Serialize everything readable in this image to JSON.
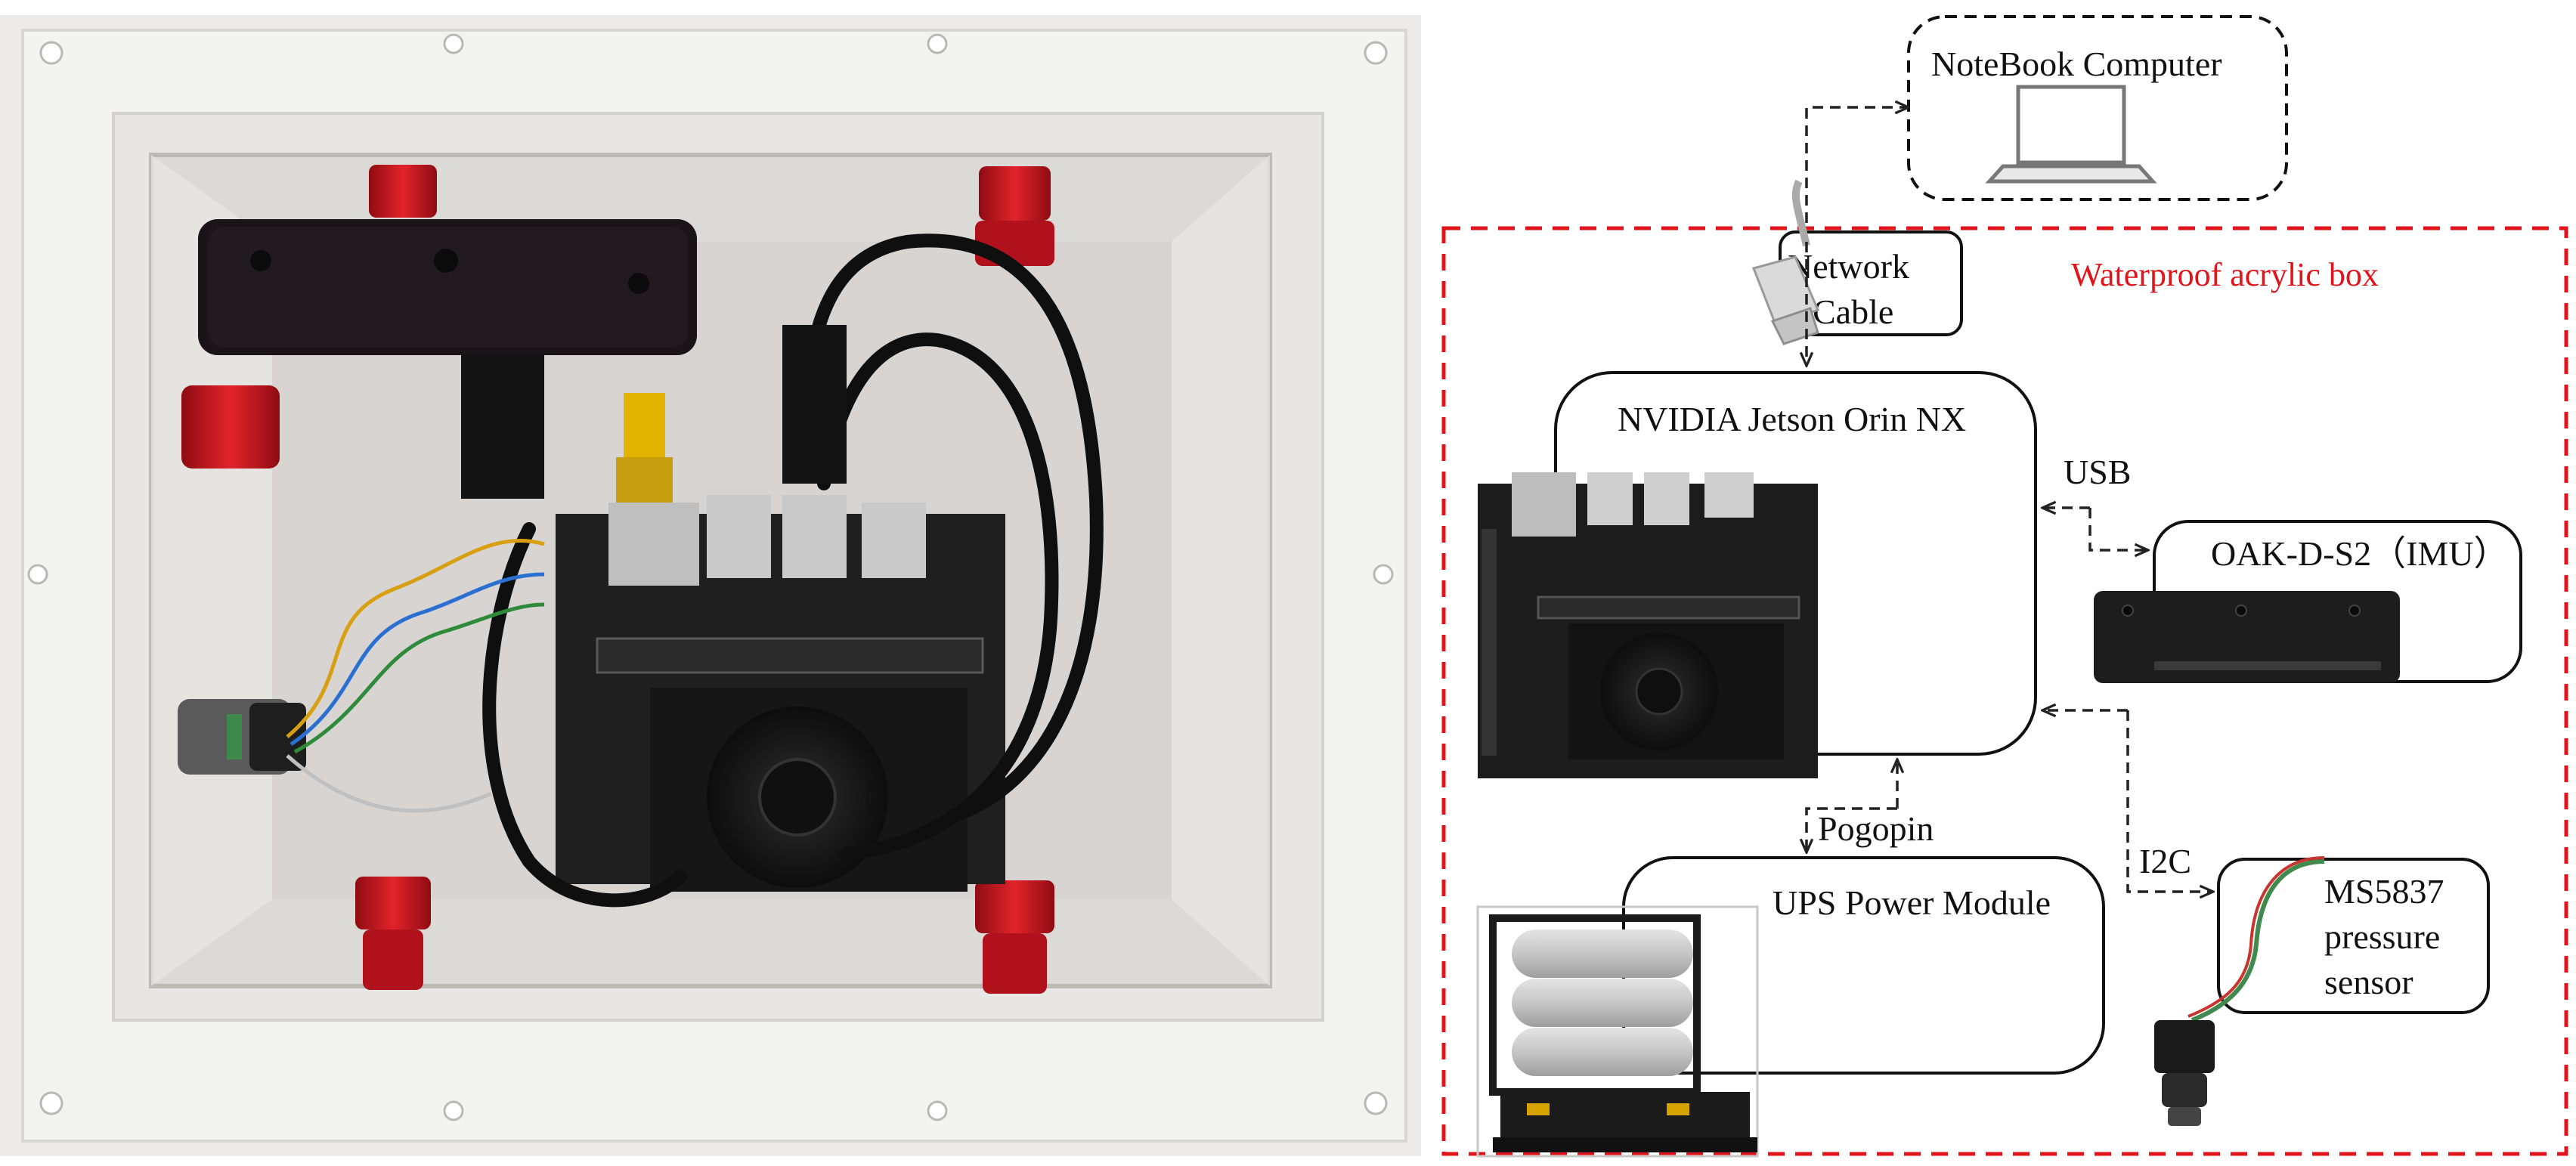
{
  "diagram": {
    "notebook": {
      "label": "NoteBook Computer"
    },
    "enclosure": {
      "label": "Waterproof acrylic box"
    },
    "network": {
      "line1": "Network",
      "line2": "Cable"
    },
    "jetson": {
      "label": "NVIDIA Jetson Orin NX"
    },
    "usb": {
      "label": "USB"
    },
    "oak": {
      "label": "OAK-D-S2（IMU）"
    },
    "pogopin": {
      "label": "Pogopin"
    },
    "i2c": {
      "label": "I2C"
    },
    "ups": {
      "label": "UPS Power Module"
    },
    "ms5837": {
      "line1": "MS5837",
      "line2": "pressure",
      "line3": "sensor"
    }
  },
  "colors": {
    "enclosure_border": "#e0141a",
    "enclosure_label": "#e0141a",
    "connector_line": "#222222",
    "box_border": "#111111",
    "acrylic_frame": "#f2f2f2",
    "fitting_red": "#c3131b",
    "board_black": "#1b1b1b",
    "battery_grey": "#c9c9c9"
  }
}
